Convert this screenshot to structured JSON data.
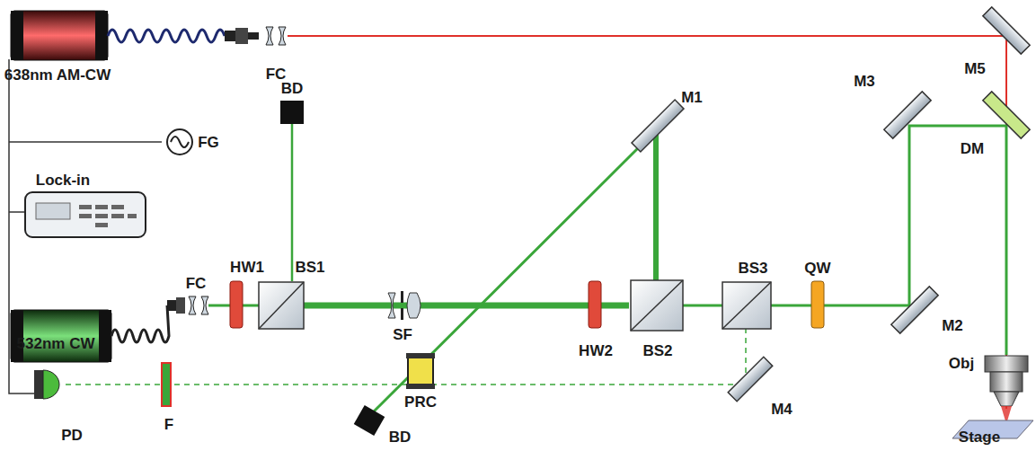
{
  "diagram": {
    "labels": [
      "638nm AM-CW",
      "FC",
      "BD",
      "FG",
      "Lock-in",
      "HW1",
      "BS1",
      "532nm CW",
      "FC",
      "SF",
      "M1",
      "HW2",
      "BS2",
      "BS3",
      "QW",
      "M2",
      "M3",
      "M5",
      "DM",
      "Obj",
      "Stage",
      "PRC",
      "BD",
      "PD",
      "F",
      "M4"
    ]
  }
}
